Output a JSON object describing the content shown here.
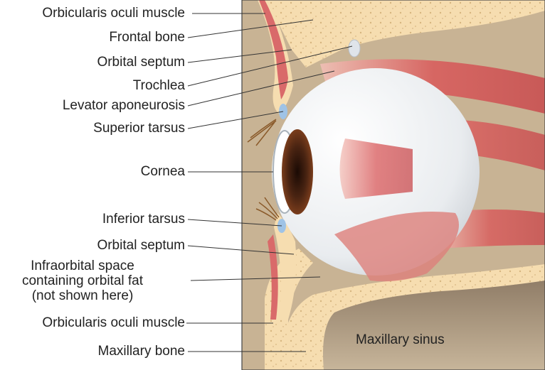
{
  "labels": {
    "orbicularis_top": "Orbicularis oculi muscle",
    "frontal_bone": "Frontal bone",
    "orbital_septum_top": "Orbital septum",
    "trochlea": "Trochlea",
    "levator": "Levator aponeurosis",
    "superior_tarsus": "Superior tarsus",
    "cornea": "Cornea",
    "inferior_tarsus": "Inferior tarsus",
    "orbital_septum_bottom": "Orbital septum",
    "infraorbital_line1": "Infraorbital space",
    "infraorbital_line2": "containing orbital fat",
    "infraorbital_line3": "(not shown here)",
    "orbicularis_bottom": "Orbicularis oculi muscle",
    "maxillary_bone": "Maxillary bone",
    "maxillary_sinus": "Maxillary sinus"
  },
  "colors": {
    "bone": "#f6ddb0",
    "bone_dots": "#c9a46a",
    "muscle": "#d96a6a",
    "muscle_light": "#f0b0a8",
    "sinus": "#a28f73",
    "eye": "#eef0f2",
    "iris": "#4a2412",
    "tarsus": "#9fc3e6"
  }
}
